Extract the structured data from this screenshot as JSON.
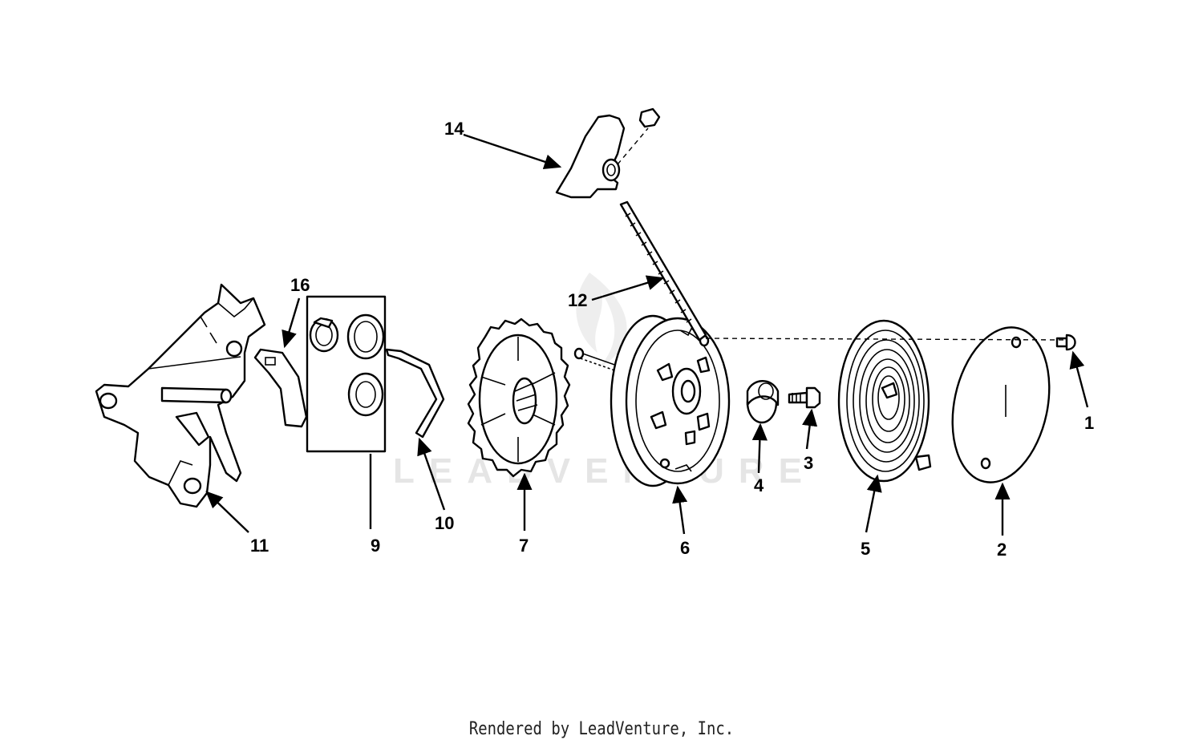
{
  "callouts": {
    "c1": "1",
    "c2": "2",
    "c3": "3",
    "c4": "4",
    "c5": "5",
    "c6": "6",
    "c7": "7",
    "c9": "9",
    "c10": "10",
    "c11": "11",
    "c12": "12",
    "c14": "14",
    "c16": "16"
  },
  "watermark": "LEADVENTURE",
  "credit": "Rendered by LeadVenture, Inc."
}
